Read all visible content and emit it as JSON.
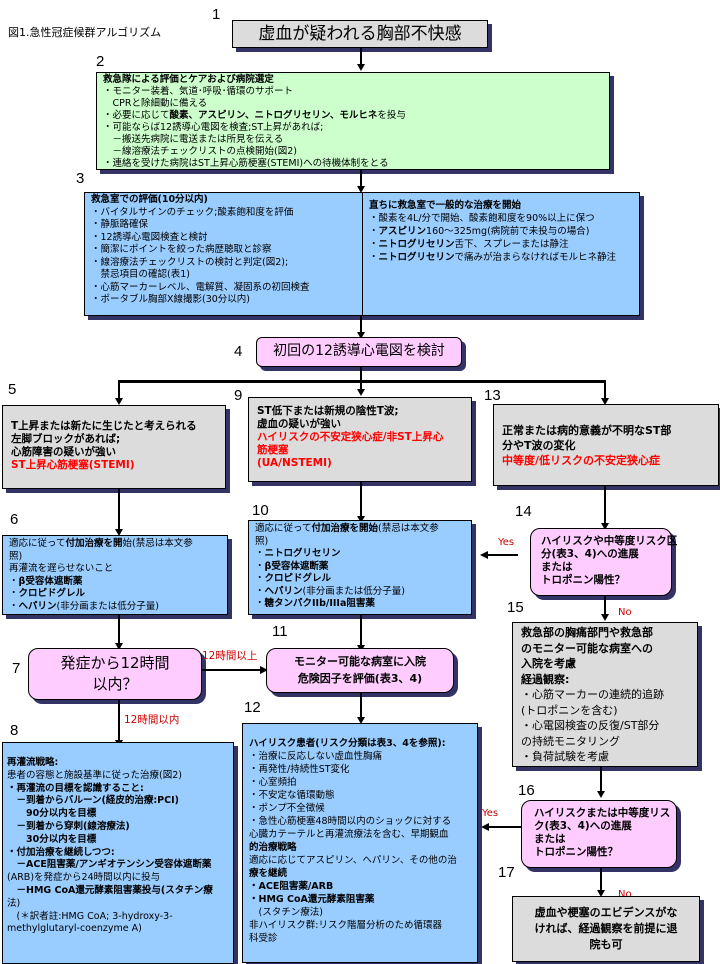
{
  "figure_title": "図1.急性冠症候群アルゴリズム",
  "nodes": {
    "n1": {
      "num": "1",
      "text": "虚血が疑われる胸部不快感"
    },
    "n2": {
      "num": "2",
      "title": "救急隊による評価とケアおよび病院選定",
      "lines": [
        "・モニター装着、気道･呼吸･循環のサポート",
        "　CPRと除細動に備える",
        "・必要に応じて",
        "酸素、アスピリン、ニトログリセリン、モルヒネ",
        "を投与",
        "・可能ならば12誘導心電図を検査;ST上昇があれば;",
        "　－搬送先病院に電送または所見を伝える",
        "　－線溶療法チェックリストの点検開始(図2)",
        "・連絡を受けた病院はST上昇心筋梗塞(STEMI)への待機体制をとる"
      ]
    },
    "n3": {
      "num": "3",
      "left_title": "救急室での評価(10分以内)",
      "left_lines": [
        "・バイタルサインのチェック;酸素飽和度を評価",
        "・静脈路確保",
        "・12誘導心電図検査と検討",
        "・簡潔にポイントを絞った病歴聴取と診察",
        "・線溶療法チェックリストの検討と判定(図2);",
        "　禁忌項目の確認(表1)",
        "・心筋マーカーレベル、電解質、凝固系の初回検査",
        "・ポータブル胸部X線撮影(30分以内)"
      ],
      "right_title": "直ちに救急室で一般的な治療を開始",
      "right_lines": [
        {
          "pre": "・",
          "bold": "",
          "rest": "酸素を4L/分で開始、酸素飽和度を90%以上に保つ"
        },
        {
          "pre": "・",
          "bold": "アスピリン",
          "rest": "160～325mg(病院前で未投与の場合)"
        },
        {
          "pre": "・",
          "bold": "ニトログリセリン",
          "rest": "舌下、スプレーまたは静注"
        },
        {
          "pre": "・",
          "bold": "ニトログリセリン",
          "rest": "で痛みが治まらなければモルヒネ静注"
        }
      ]
    },
    "n4": {
      "num": "4",
      "text": "初回の12誘導心電図を検討"
    },
    "n5": {
      "num": "5",
      "lines": [
        "T上昇または新たに生じたと考えられる",
        "左脚ブロックがあれば;",
        "心筋障害の疑いが強い"
      ],
      "red": "ST上昇心筋梗塞(STEMI)"
    },
    "n9": {
      "num": "9",
      "lines": [
        "ST低下または新規の陰性T波;",
        "虚血の疑いが強い"
      ],
      "red_lines": [
        "ハイリスクの不安定狭心症/非ST上昇心",
        "筋梗塞",
        "(UA/NSTEMI)"
      ]
    },
    "n13": {
      "num": "13",
      "lines": [
        "正常または病的意義が不明なST部",
        "分やT波の変化"
      ],
      "red": "中等度/低リスクの不安定狭心症"
    },
    "n6": {
      "num": "6",
      "lines": [
        {
          "pre": "適応に従って",
          "bold": "付加治療を開",
          "rest": "始(禁忌は本文参"
        },
        {
          "pre": "照)",
          "bold": "",
          "rest": ""
        },
        {
          "pre": "再灌流を遅らせないこと",
          "bold": "",
          "rest": ""
        },
        {
          "pre": "・",
          "bold": "β受容体遮断薬",
          "rest": ""
        },
        {
          "pre": "・",
          "bold": "クロピドグレル",
          "rest": ""
        },
        {
          "pre": "・",
          "bold": "ヘパリン",
          "rest": "(非分画または低分子量)"
        }
      ]
    },
    "n10": {
      "num": "10",
      "lines": [
        {
          "pre": "適応に従って",
          "bold": "付加治療を開始",
          "rest": "(禁忌は本文参"
        },
        {
          "pre": "照)",
          "bold": "",
          "rest": ""
        },
        {
          "pre": "・",
          "bold": "ニトログリセリン",
          "rest": ""
        },
        {
          "pre": "・",
          "bold": "β受容体遮断薬",
          "rest": ""
        },
        {
          "pre": "・",
          "bold": "クロピドグレル",
          "rest": ""
        },
        {
          "pre": "・",
          "bold": "ヘパリン",
          "rest": "(非分画または低分子量)"
        },
        {
          "pre": "・",
          "bold": "糖タンパクIIb/IIIa阻害薬",
          "rest": ""
        }
      ]
    },
    "n14": {
      "num": "14",
      "lines": [
        "ハイリスクや中等度リスク区",
        "分(表3、4)への進展",
        "または",
        "トロポニン陽性？"
      ]
    },
    "n15": {
      "num": "15",
      "bold_lines": [
        "救急部の胸痛部門や救急部",
        "のモニター可能な病室への",
        "入院を考慮",
        "経過観察:"
      ],
      "lines": [
        "・心筋マーカーの連続的追跡",
        "(トロポニンを含む)",
        "・心電図検査の反復/ST部分",
        "の持続モニタリング",
        "・負荷試験を考慮"
      ]
    },
    "n7": {
      "num": "7",
      "lines": [
        "発症から12時間",
        "以内？"
      ]
    },
    "n11": {
      "num": "11",
      "lines": [
        "モニター可能な病室に入院",
        "危険因子を評価(表3、4)"
      ]
    },
    "n8": {
      "num": "8",
      "lines": [
        {
          "t": "再灌流戦略:",
          "b": true
        },
        {
          "t": "患者の容態と施設基準に従った治療(図2)",
          "b": false
        },
        {
          "t": "・再灌流の目標を認識すること:",
          "b": true
        },
        {
          "t": "　－到着からバルーン(経皮的治療:PCI)",
          "b": true
        },
        {
          "t": "　　90分以内を目標",
          "b": true
        },
        {
          "t": "　－到着から穿刺(線溶療法)",
          "b": true
        },
        {
          "t": "　　30分以内を目標",
          "b": true
        },
        {
          "t": "・付加治療を継続しつつ:",
          "b": true
        },
        {
          "t": "　－ACE阻害薬/アンギオテンシン受容体遮断薬",
          "b": true
        },
        {
          "t": "(ARB)を発症から24時間以内に投与",
          "b": false
        },
        {
          "t": "　－HMG CoA還元酵素阻害薬投与(スタチン療",
          "b": true
        },
        {
          "t": "法)",
          "b": false
        },
        {
          "t": "　(＊訳者註:HMG CoA; 3-hydroxy-3-",
          "b": false
        },
        {
          "t": "methylglutaryl-coenzyme A)",
          "b": false
        }
      ]
    },
    "n12": {
      "num": "12",
      "lines": [
        {
          "t": "ハイリスク患者(リスク分類は表3、4を参照):",
          "b": true
        },
        {
          "t": "・治療に反応しない虚血性胸痛",
          "b": false
        },
        {
          "t": "・再発性/持続性ST変化",
          "b": false
        },
        {
          "t": "・心室頻拍",
          "b": false
        },
        {
          "t": "・不安定な循環動態",
          "b": false
        },
        {
          "t": "・ポンプ不全徴候",
          "b": false
        },
        {
          "t": "・急性心筋梗塞48時間以内のショックに対する",
          "b": false
        },
        {
          "t": "心臓カテーテルと再灌流療法を含む、早期観血",
          "b": false
        },
        {
          "t": "的治療戦略",
          "b": true
        },
        {
          "t": "適応に応じてアスピリン、ヘパリン、その他の治",
          "b": false
        },
        {
          "t": "療を継続",
          "b": true
        },
        {
          "t": "・ACE阻害薬/ARB",
          "b": true
        },
        {
          "t": "・HMG CoA還元酵素阻害薬",
          "b": true
        },
        {
          "t": "　(スタチン療法)",
          "b": false
        },
        {
          "t": "非ハイリスク群:リスク階層分析のため循環器",
          "b": false
        },
        {
          "t": "科受診",
          "b": false
        }
      ]
    },
    "n16": {
      "num": "16",
      "lines": [
        "ハイリスクまたは中等度リス",
        "ク(表3、4)への進展",
        "または",
        "トロポニン陽性？"
      ]
    },
    "n17": {
      "num": "17",
      "lines": [
        "虚血や梗塞のエビデンスがな",
        "ければ、経過観察を前提に退",
        "院も可"
      ]
    }
  },
  "edge_labels": {
    "over12": "12時間以上",
    "within12": "12時間以内",
    "yes14": "Yes",
    "no14": "No",
    "yes16": "Yes",
    "no16": "No"
  },
  "colors": {
    "gray_box": "#dcdcdc",
    "green_box": "#ccffcc",
    "blue_box": "#99ccff",
    "pink_box": "#ffccff",
    "red_text": "#ff0000",
    "shadow": "#333366"
  }
}
